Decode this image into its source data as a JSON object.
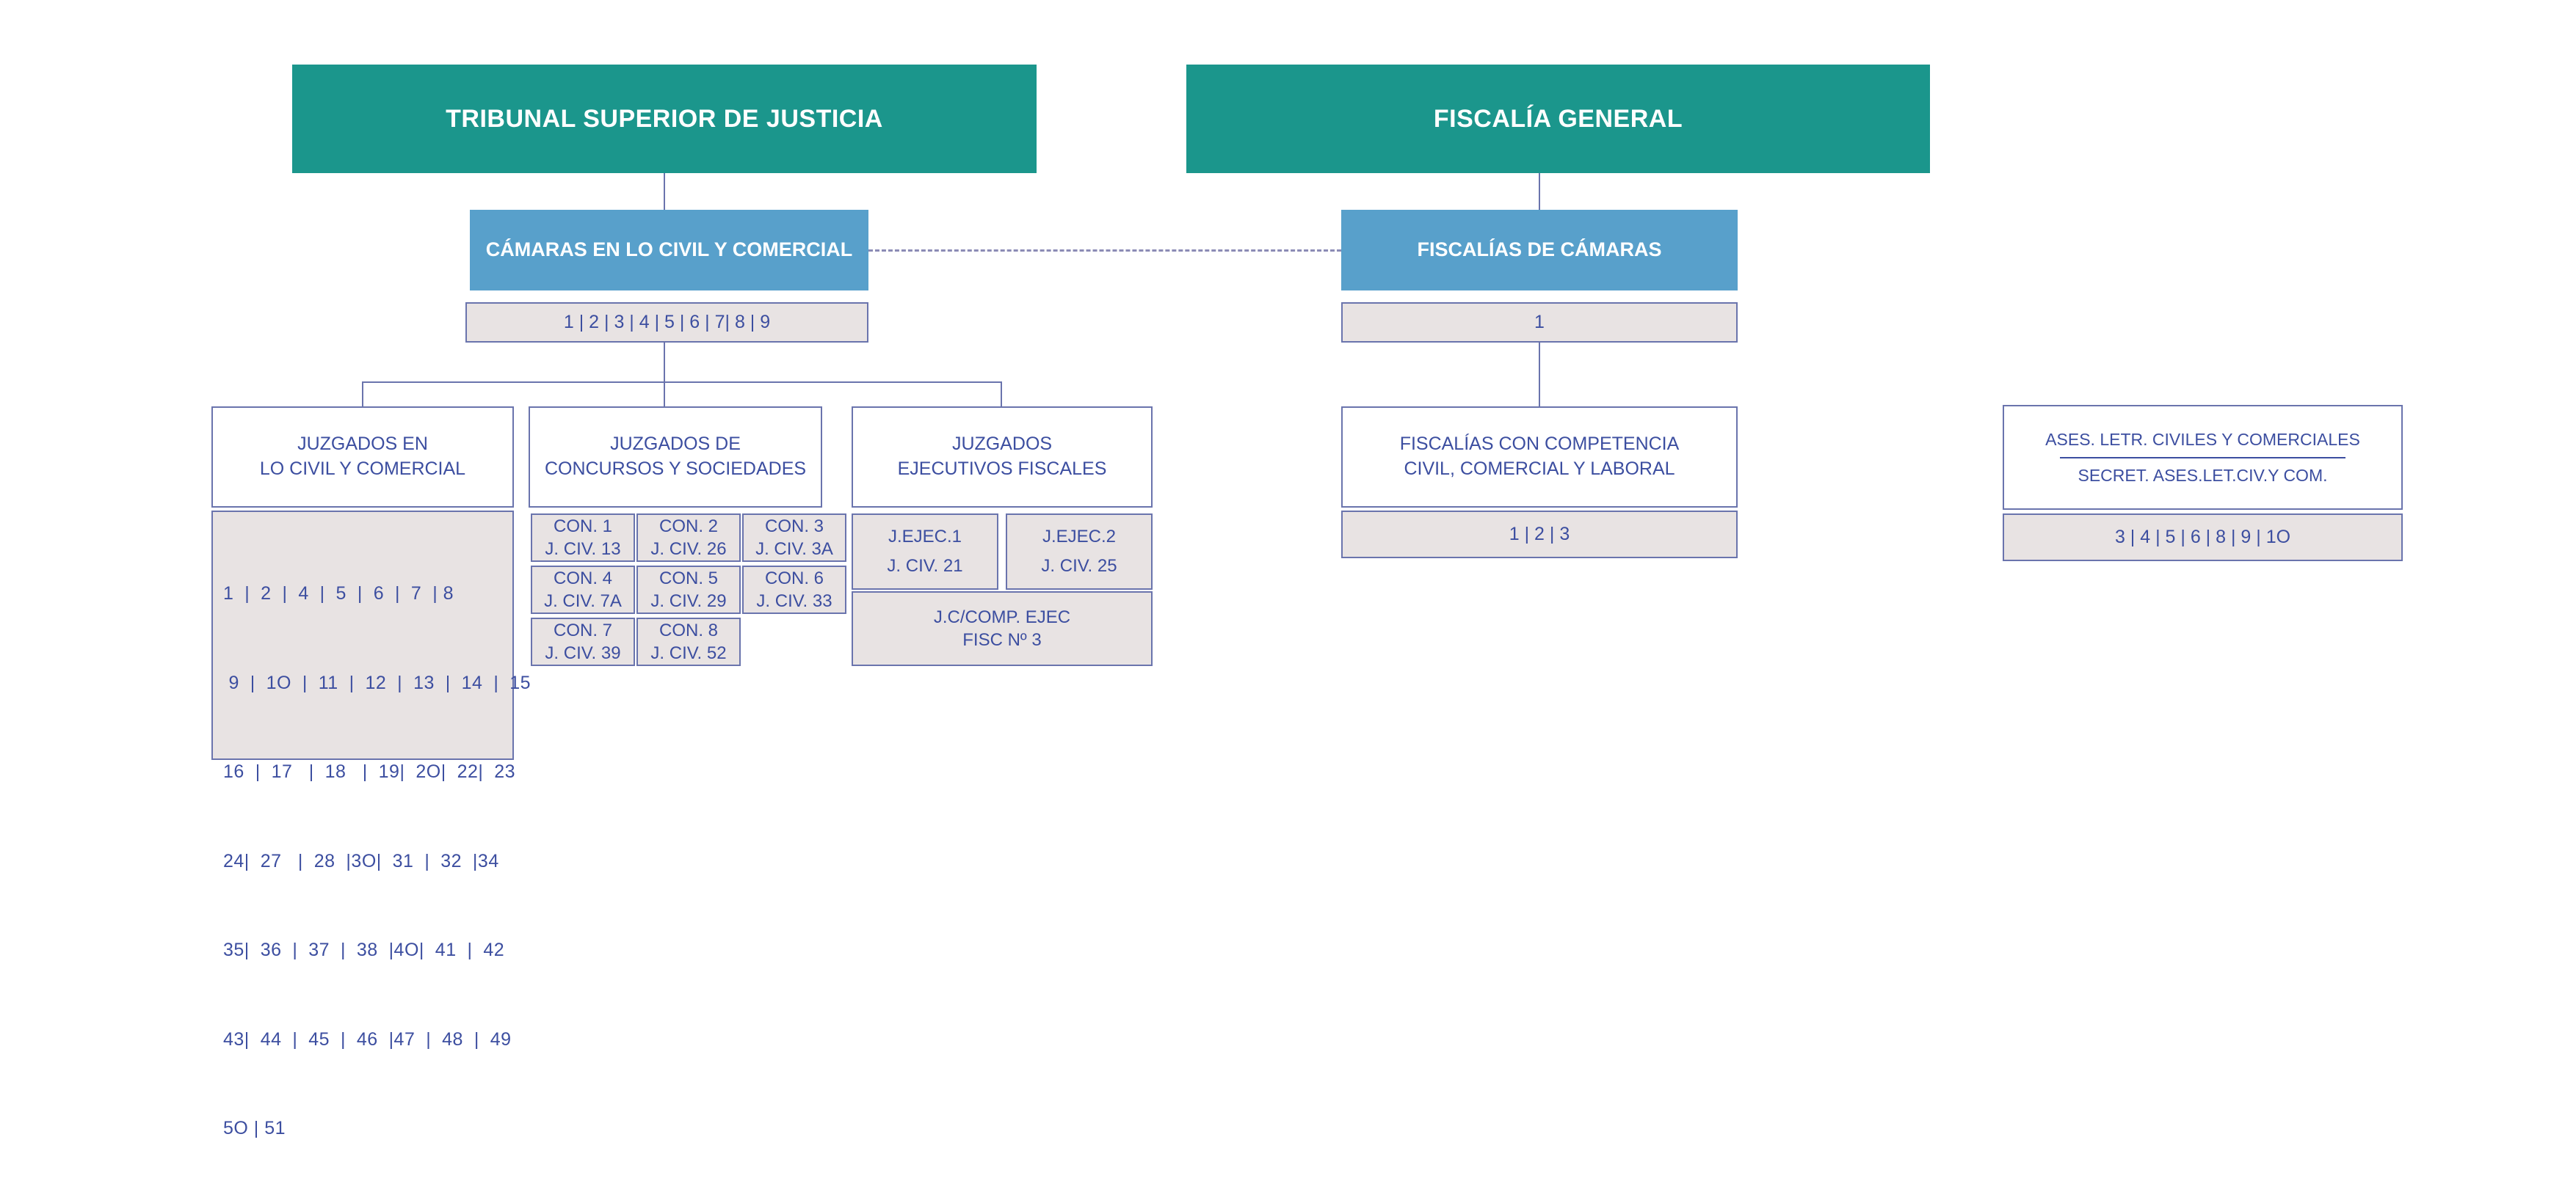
{
  "colors": {
    "teal": "#1b968c",
    "blue": "#58a0cb",
    "grey_fill": "#e8e3e3",
    "outline": "#6a74ad",
    "text_blue": "#3c4ea0",
    "white": "#ffffff"
  },
  "judicial_branch": {
    "root": "TRIBUNAL SUPERIOR DE JUSTICIA",
    "chambers": {
      "title": "CÁMARAS EN LO CIVIL Y COMERCIAL",
      "numbers": "1  |  2   |  3   |  4   |  5   |  6   | 7|  8  |  9"
    },
    "columns": [
      {
        "title": "JUZGADOS EN\nLO CIVIL Y COMERCIAL",
        "title_line1": "JUZGADOS EN",
        "title_line2": "LO CIVIL Y COMERCIAL",
        "number_rows": [
          "1  |  2  |  4  |  5  |  6  |  7  | 8",
          " 9  |  1O  |  11  |  12  |  13  |  14  |  15",
          "16  |  17   |  18   |  19|  2O|  22|  23",
          "24|  27   |  28  |3O|  31  |  32  |34",
          "35|  36  |  37  |  38  |4O|  41  |  42",
          "43|  44  |  45  |  46  |47  |  48  |  49",
          "5O | 51"
        ]
      },
      {
        "title_line1": "JUZGADOS DE",
        "title_line2": "CONCURSOS Y SOCIEDADES",
        "cells": [
          {
            "line1": "CON. 1",
            "line2": "J. CIV. 13"
          },
          {
            "line1": "CON. 2",
            "line2": "J. CIV. 26"
          },
          {
            "line1": "CON. 3",
            "line2": "J. CIV. 3A"
          },
          {
            "line1": "CON. 4",
            "line2": "J. CIV. 7A"
          },
          {
            "line1": "CON. 5",
            "line2": "J. CIV. 29"
          },
          {
            "line1": "CON. 6",
            "line2": "J. CIV. 33"
          },
          {
            "line1": "CON. 7",
            "line2": "J. CIV. 39"
          },
          {
            "line1": "CON. 8",
            "line2": "J. CIV. 52"
          }
        ]
      },
      {
        "title_line1": "JUZGADOS",
        "title_line2": "EJECUTIVOS FISCALES",
        "cells": [
          {
            "line1": "J.EJEC.1",
            "line2": "J. CIV. 21"
          },
          {
            "line1": "J.EJEC.2",
            "line2": "J. CIV. 25"
          }
        ],
        "wide_cell": {
          "line1": "J.C/COMP. EJEC",
          "line2": "FISC Nº 3"
        }
      }
    ]
  },
  "prosecution_branch": {
    "root": "FISCALÍA GENERAL",
    "chambers": {
      "title": "FISCALÍAS DE CÁMARAS",
      "numbers": "1"
    },
    "competence": {
      "title_line1": "FISCALÍAS CON COMPETENCIA",
      "title_line2": "CIVIL, COMERCIAL Y LABORAL",
      "numbers": "1  |  2  |  3"
    }
  },
  "advisory": {
    "title": "ASES. LETR. CIVILES Y COMERCIALES",
    "subtitle": "SECRET.  ASES.LET.CIV.Y COM.",
    "numbers": "3  |  4  |  5  |  6  |  8  |  9  |  1O"
  }
}
